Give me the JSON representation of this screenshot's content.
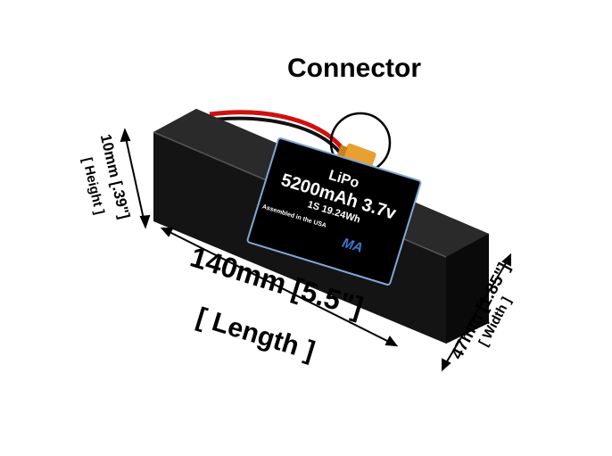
{
  "callout": {
    "connector": "Connector"
  },
  "dimensions": {
    "height_value": "10mm [.39\"]",
    "height_label": "[ Height ]",
    "length_value": "140mm [5.5\"]",
    "length_label": "[ Length ]",
    "width_value": "47mm [1.85\"]",
    "width_label": "[ Width ]"
  },
  "label": {
    "chemistry": "LiPo",
    "capacity_voltage": "5200mAh 3.7v",
    "config_energy": "1S 19.24Wh",
    "assembled": "Assembled in the USA",
    "logo": "MA"
  },
  "colors": {
    "label_border": "#7fa8d8",
    "connector": "#e8a030",
    "wire": "#d01010"
  }
}
